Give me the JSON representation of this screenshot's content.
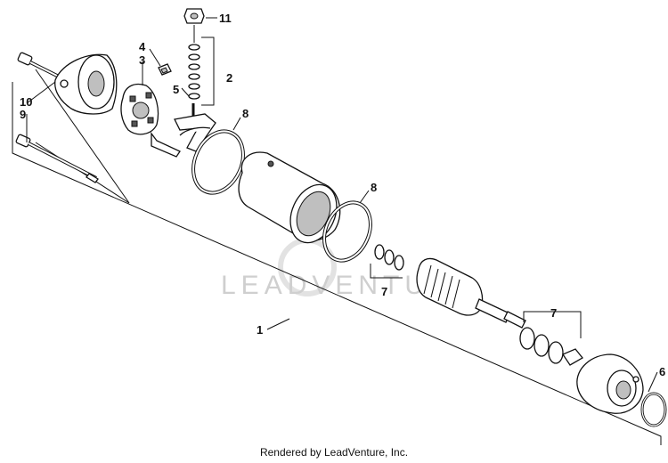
{
  "callouts": [
    "1",
    "2",
    "3",
    "4",
    "5",
    "6",
    "7",
    "7",
    "8",
    "8",
    "9",
    "10",
    "11"
  ],
  "watermark": "LEADVENTURE",
  "footer": "Rendered by LeadVenture, Inc."
}
